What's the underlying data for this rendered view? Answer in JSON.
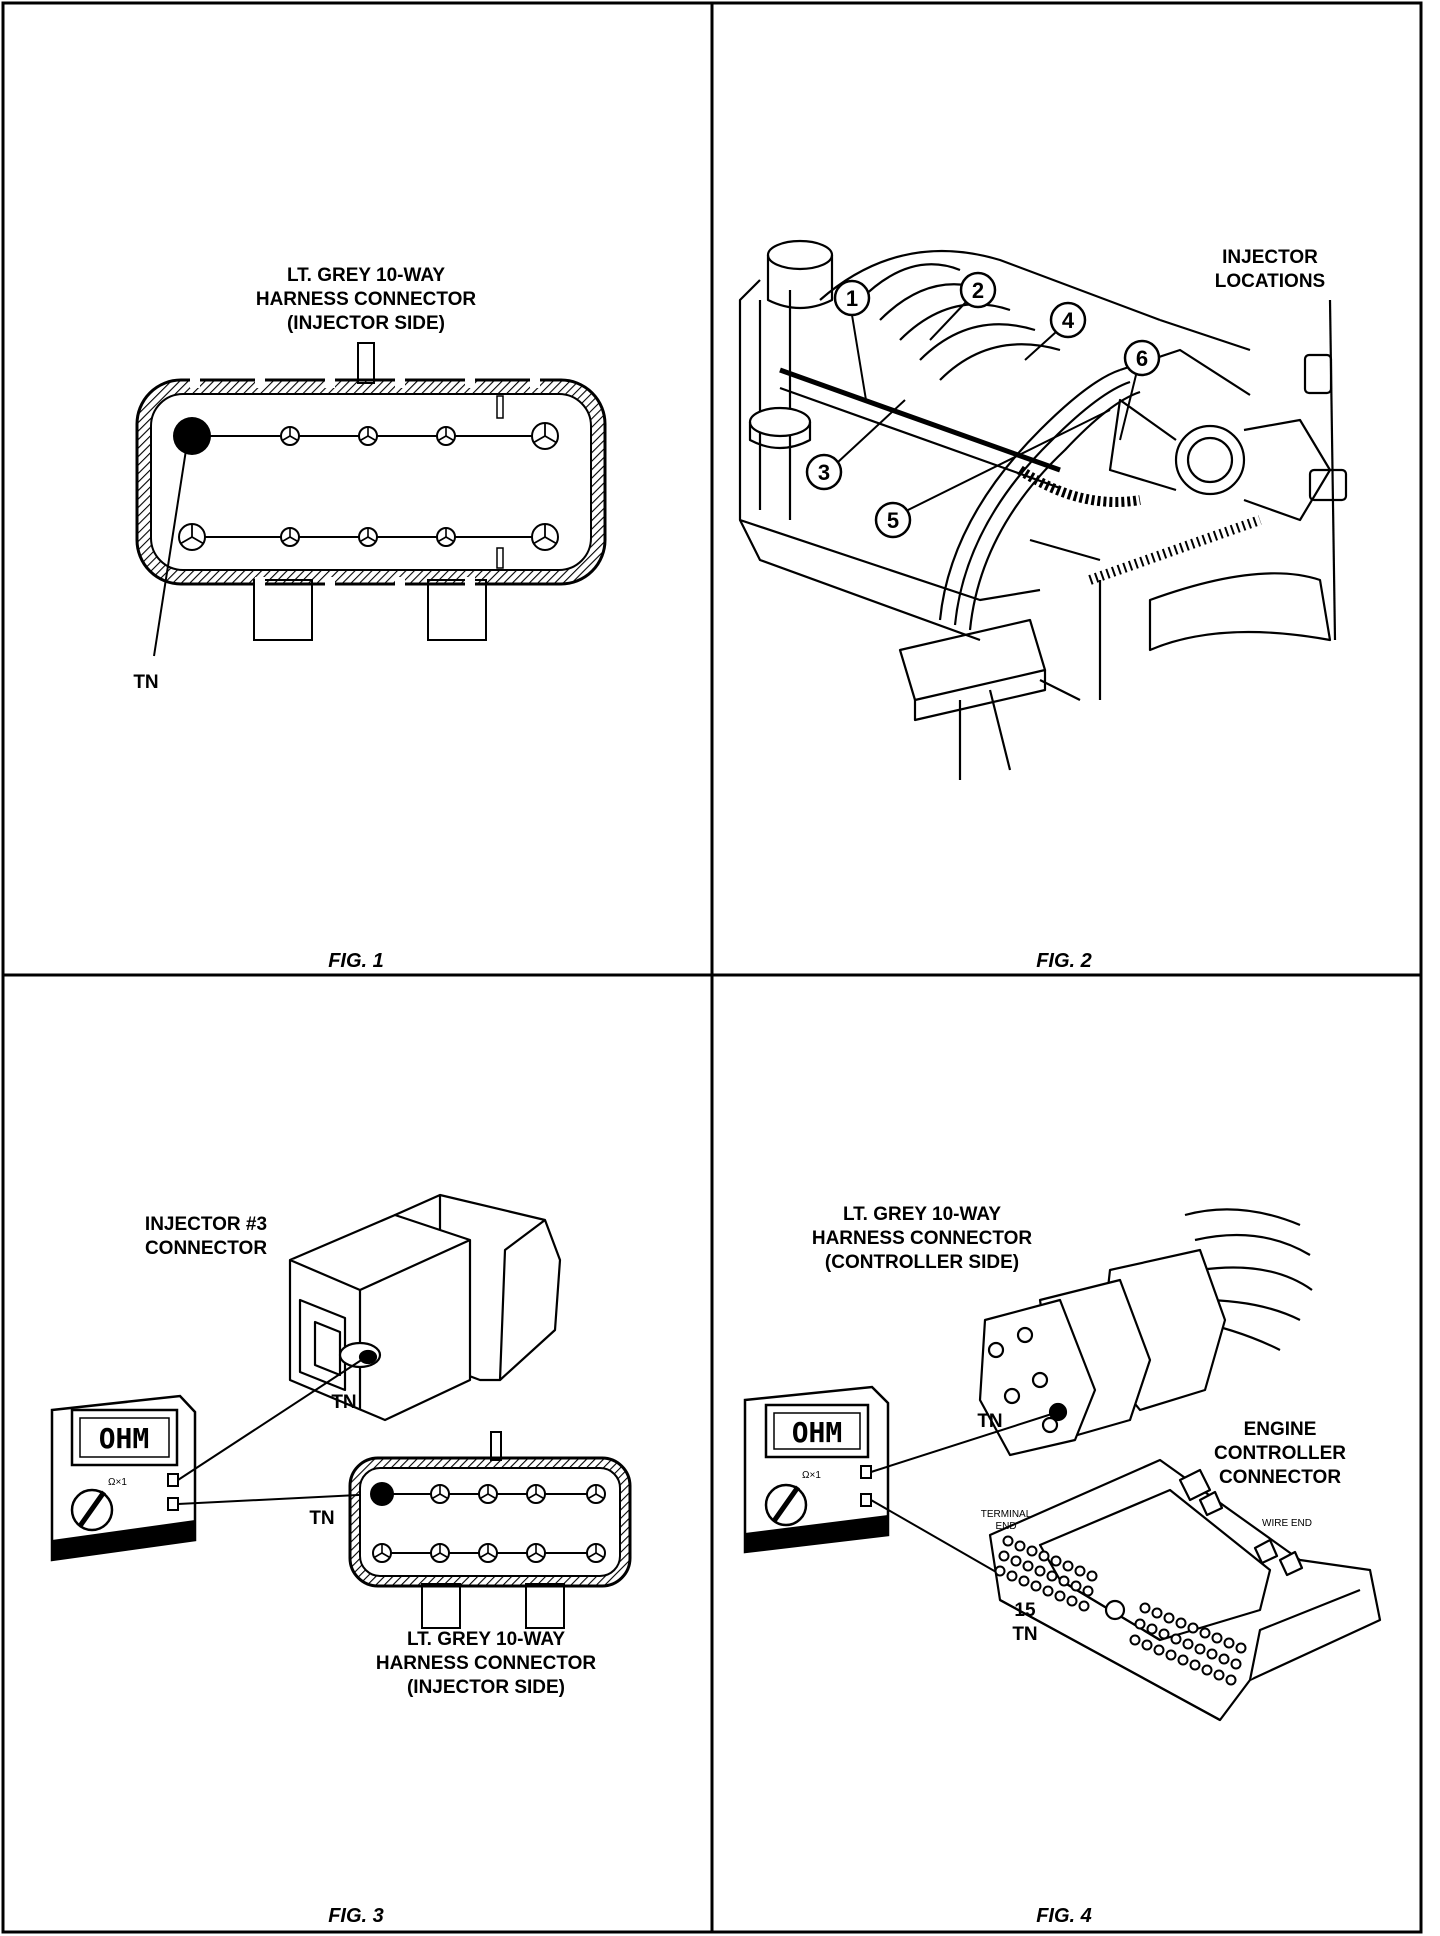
{
  "fig1": {
    "label_line1": "LT. GREY 10-WAY",
    "label_line2": "HARNESS CONNECTOR",
    "label_line3": "(INJECTOR SIDE)",
    "tn": "TN",
    "caption": "FIG. 1"
  },
  "fig2": {
    "label_line1": "INJECTOR",
    "label_line2": "LOCATIONS",
    "callouts": [
      "1",
      "2",
      "3",
      "4",
      "5",
      "6"
    ],
    "caption": "FIG. 2"
  },
  "fig3": {
    "inj_line1": "INJECTOR #3",
    "inj_line2": "CONNECTOR",
    "meter": "OHM",
    "dial": "Ω×1",
    "tn1": "TN",
    "tn2": "TN",
    "label_line1": "LT. GREY 10-WAY",
    "label_line2": "HARNESS CONNECTOR",
    "label_line3": "(INJECTOR SIDE)",
    "caption": "FIG. 3"
  },
  "fig4": {
    "label_line1": "LT. GREY 10-WAY",
    "label_line2": "HARNESS CONNECTOR",
    "label_line3": "(CONTROLLER SIDE)",
    "meter": "OHM",
    "dial": "Ω×1",
    "tn1": "TN",
    "ecm_line1": "ENGINE",
    "ecm_line2": "CONTROLLER",
    "ecm_line3": "CONNECTOR",
    "terminal_line1": "TERMINAL",
    "terminal_line2": "END",
    "wire_end": "WIRE END",
    "pin": "15",
    "tn2": "TN",
    "caption": "FIG. 4"
  }
}
